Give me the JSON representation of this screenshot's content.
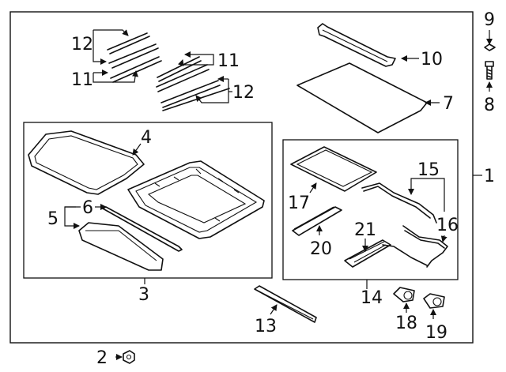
{
  "callouts": {
    "c1": "1",
    "c2": "2",
    "c3": "3",
    "c4": "4",
    "c5": "5",
    "c6": "6",
    "c7": "7",
    "c8": "8",
    "c9": "9",
    "c10": "10",
    "c11a": "11",
    "c11b": "11",
    "c12a": "12",
    "c12b": "12",
    "c13": "13",
    "c14": "14",
    "c15": "15",
    "c16": "16",
    "c17": "17",
    "c18": "18",
    "c19": "19",
    "c20": "20",
    "c21": "21"
  }
}
